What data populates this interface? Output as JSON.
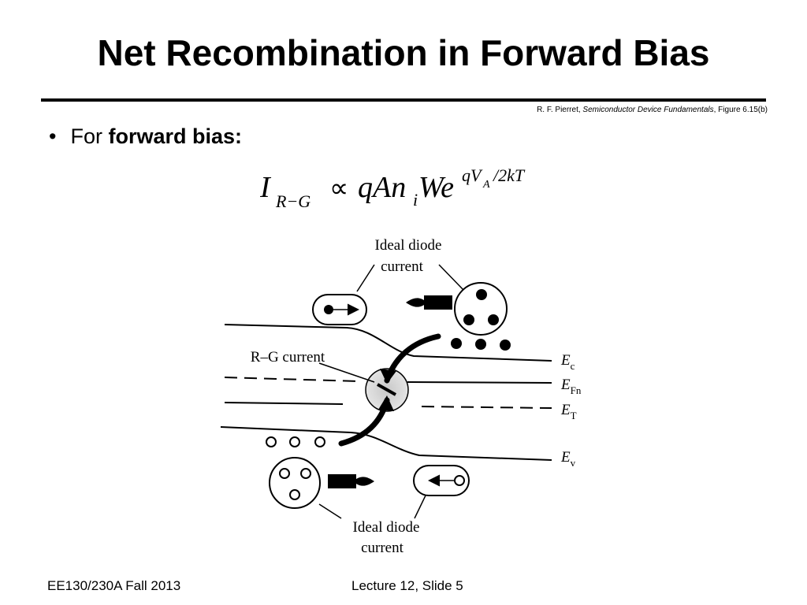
{
  "slide": {
    "title": "Net Recombination in Forward Bias"
  },
  "citation": {
    "author": "R. F. Pierret, ",
    "book": "Semiconductor Device Fundamentals",
    "figure": ", Figure 6.15(b)"
  },
  "bullet": {
    "prefix": "For ",
    "emphasis": "forward bias:"
  },
  "equation": {
    "current_symbol": "I",
    "current_subscript": "R−G",
    "relation": "∝",
    "body": "qAn",
    "body_subscript": "i",
    "body_rest": "We",
    "exponent": "qV",
    "exponent_subscript": "A",
    "exponent_rest": "/2kT"
  },
  "figure": {
    "top_label_line1": "Ideal diode",
    "top_label_line2": "current",
    "rg_label": "R–G current",
    "bottom_label_line1": "Ideal diode",
    "bottom_label_line2": "current",
    "band_labels": [
      {
        "main": "E",
        "sub": "c"
      },
      {
        "main": "E",
        "sub": "Fn"
      },
      {
        "main": "E",
        "sub": "T"
      },
      {
        "main": "E",
        "sub": "v"
      }
    ]
  },
  "footer": {
    "course": "EE130/230A Fall 2013",
    "slide_number": "Lecture 12, Slide 5"
  }
}
